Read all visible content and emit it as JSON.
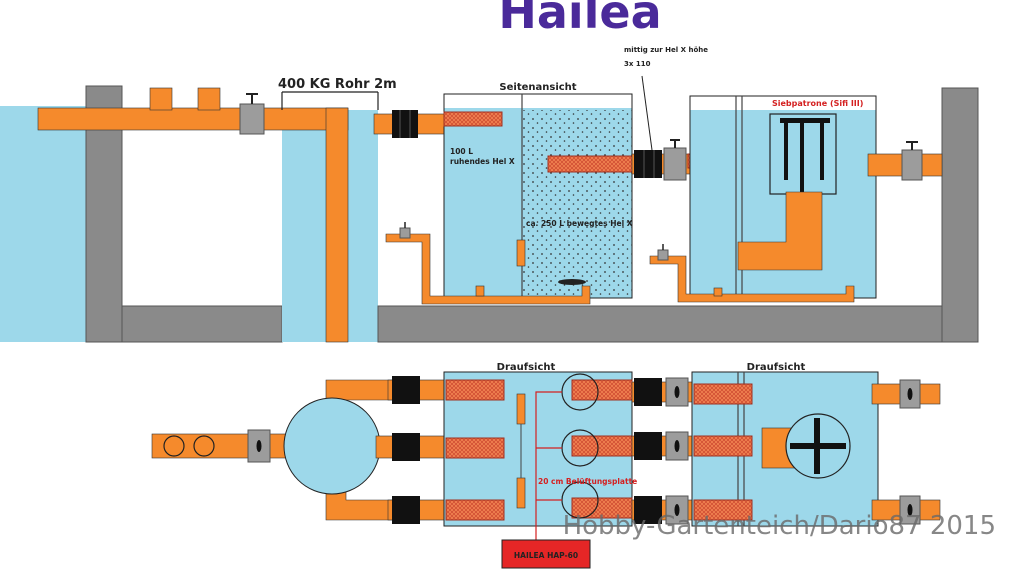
{
  "brand": {
    "title": "Hailea"
  },
  "side_view": {
    "pipe_label": "400 KG Rohr 2m",
    "title": "Seitenansicht",
    "inlet_note_line1": "mittig zur Hel X höhe",
    "inlet_note_line2": "3x 110",
    "resting_media_line1": "100 L",
    "resting_media_line2": "ruhendes Hel X",
    "moving_media": "ca. 250 L bewegtes Hel X",
    "sieve_label": "Siebpatrone (Sifi III)"
  },
  "top_view": {
    "title_left": "Draufsicht",
    "title_right": "Draufsicht",
    "aeration_plate": "20 cm Belüftungsplatte",
    "pump_label": "HAILEA HAP-60"
  },
  "watermark": "Hobby-Gartenteich/Dario87 2015",
  "colors": {
    "water": "#9dd8ea",
    "pipe": "#f58a2c",
    "wall": "#8a8a8a",
    "valve": "#9c9c9c",
    "media": "#e25c3c",
    "pump": "#e52626",
    "label_red": "#d42020"
  }
}
